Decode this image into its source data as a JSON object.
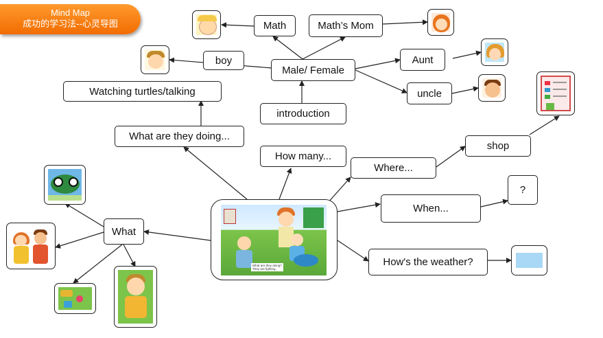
{
  "banner": {
    "title": "Mind Map",
    "subtitle": "成功的学习法--心灵导图"
  },
  "nodes": {
    "math": "Math",
    "maths_mom": "Math’s Mom",
    "boy": "boy",
    "male_female": "Male/ Female",
    "aunt": "Aunt",
    "uncle": "uncle",
    "watching": "Watching turtles/talking",
    "introduction": "introduction",
    "doing": "What are they doing...",
    "how_many": "How many...",
    "where": "Where...",
    "shop": "shop",
    "when": "When...",
    "question": "?",
    "what": "What",
    "weather": "How's the weather?"
  },
  "scene": {
    "caption1": "What are they doing?",
    "caption2": "They are fighting."
  }
}
